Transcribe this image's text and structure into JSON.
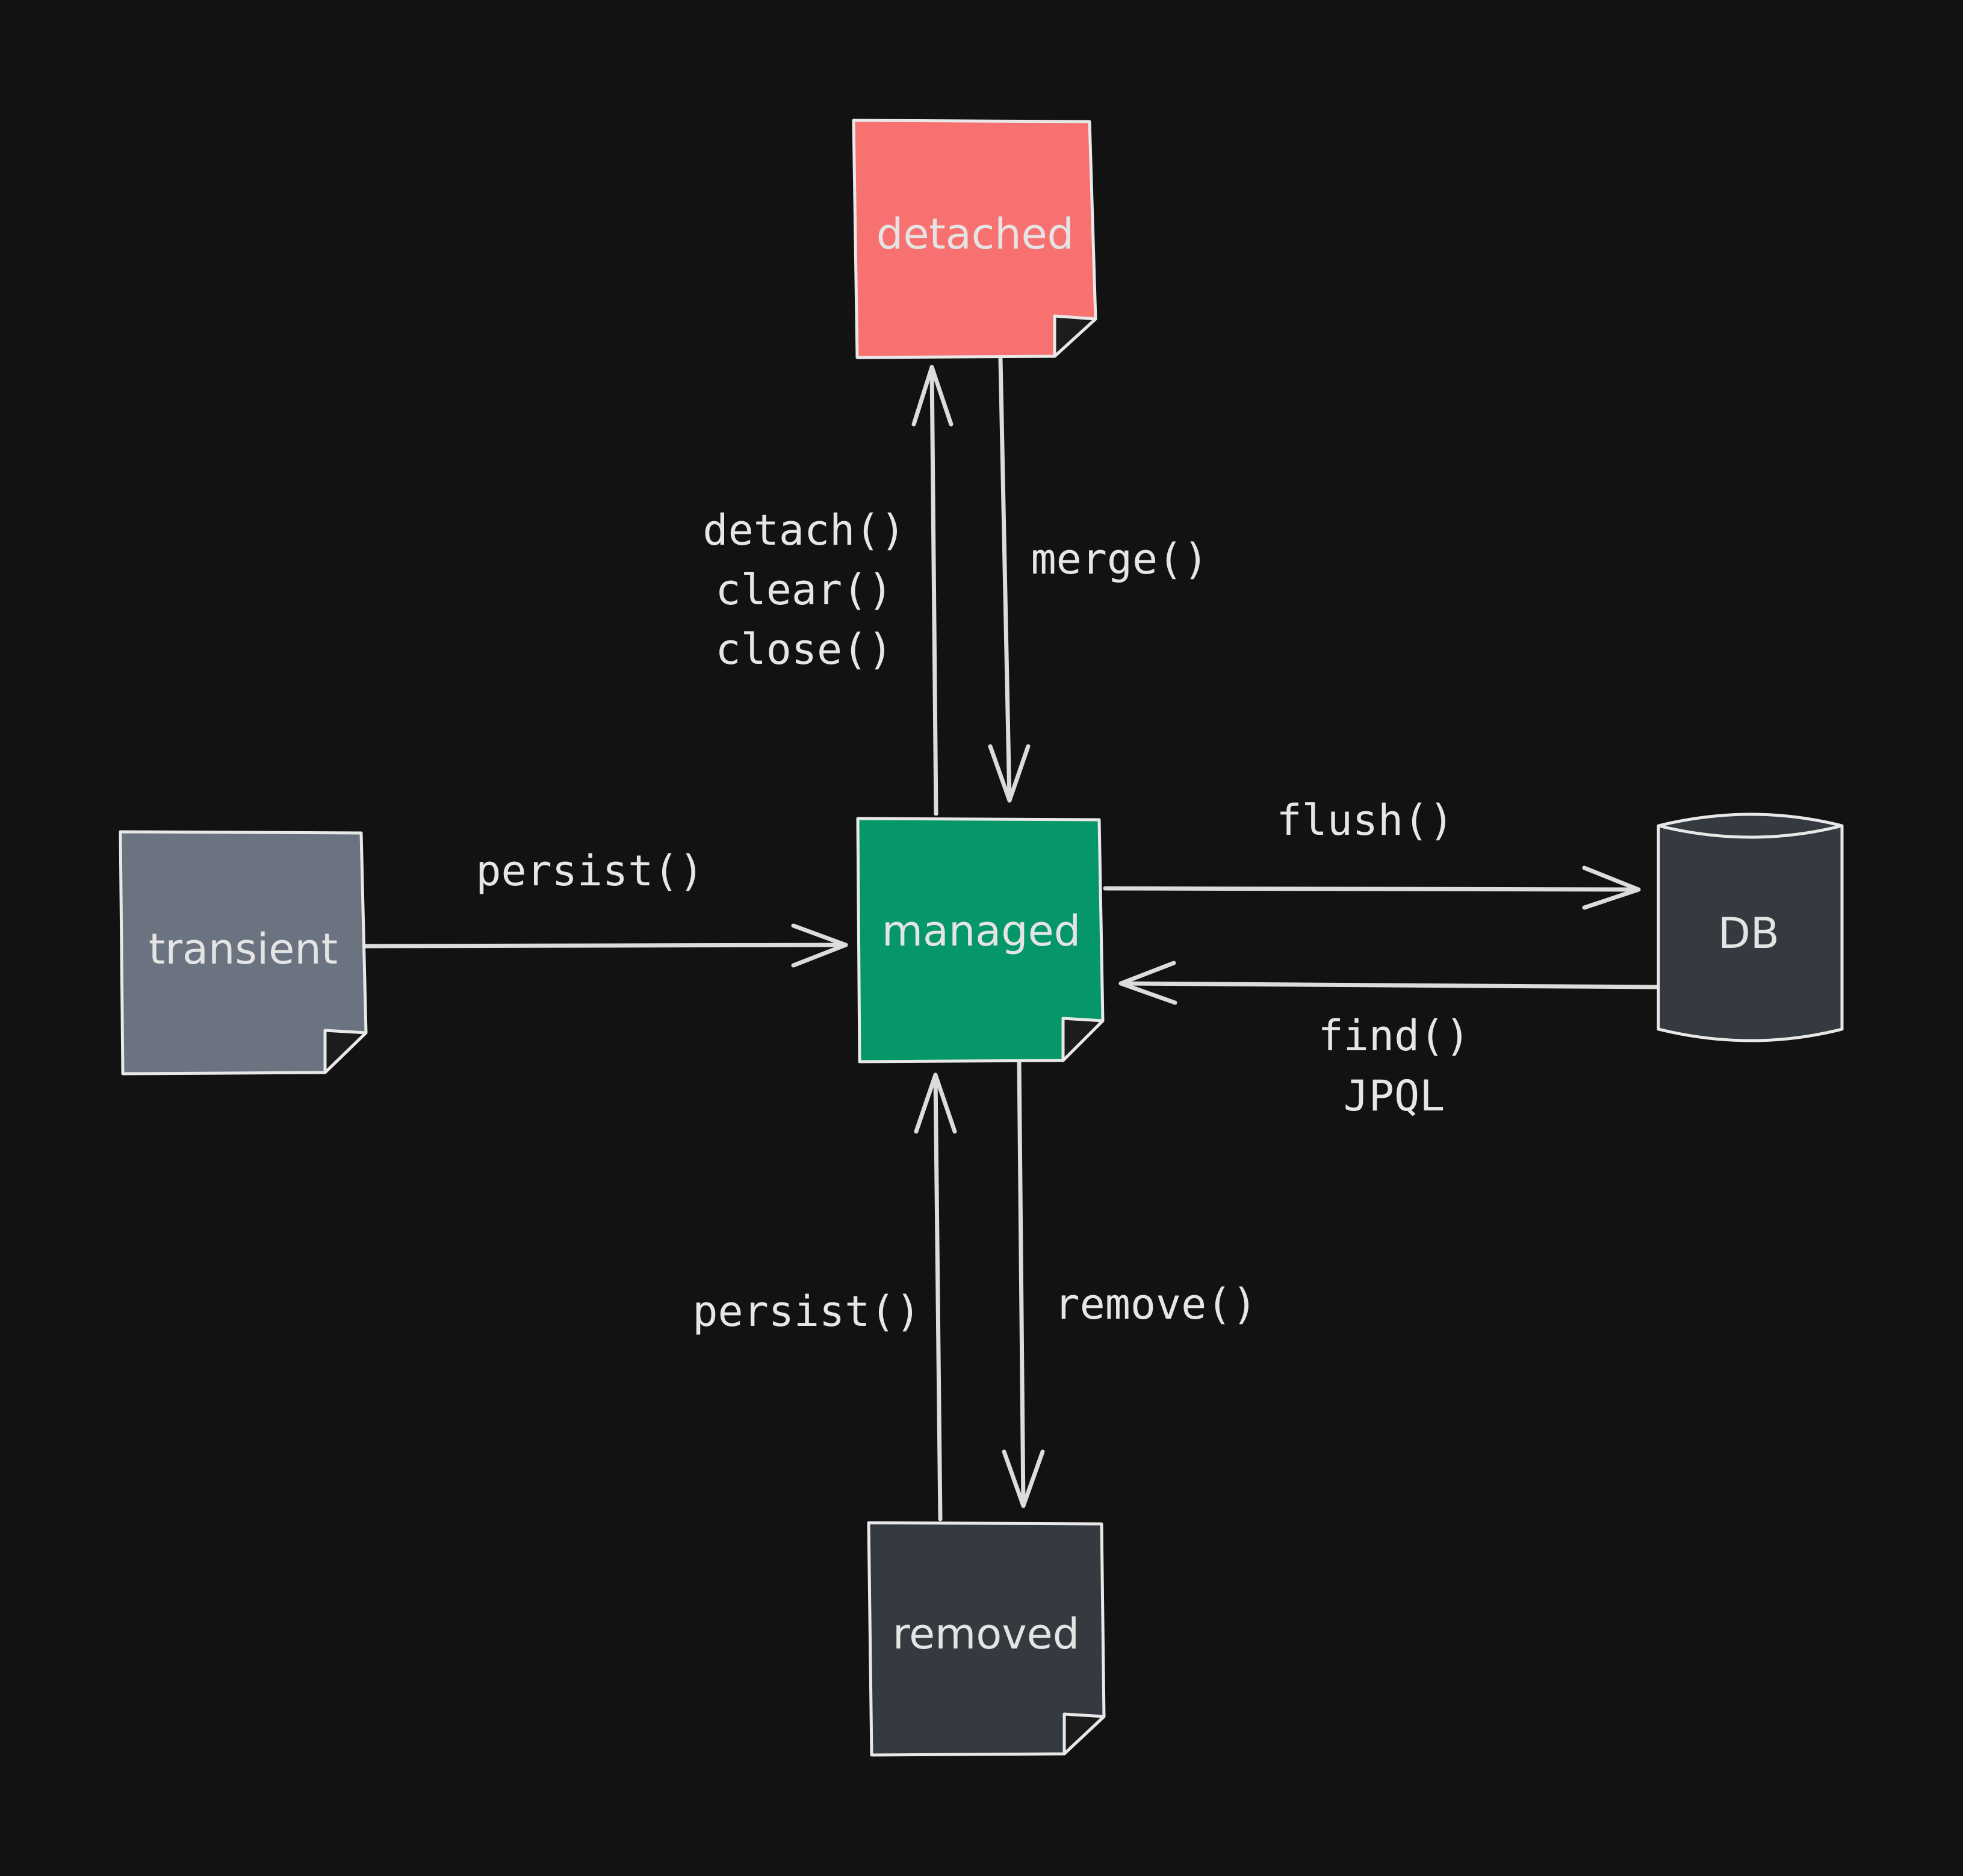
{
  "colors": {
    "background": "#121212",
    "detached": "#f87171",
    "managed": "#059669",
    "transient": "#6b7280",
    "removed": "#343a40",
    "db": "#343a40",
    "stroke": "#e8e8e8"
  },
  "nodes": {
    "detached": {
      "label": "detached"
    },
    "managed": {
      "label": "managed"
    },
    "transient": {
      "label": "transient"
    },
    "removed": {
      "label": "removed"
    },
    "db": {
      "label": "DB"
    }
  },
  "edges": {
    "managed_to_detached": {
      "lines": [
        "detach()",
        "clear()",
        "close()"
      ]
    },
    "detached_to_managed": {
      "lines": [
        "merge()"
      ]
    },
    "transient_to_managed": {
      "lines": [
        "persist()"
      ]
    },
    "managed_to_db": {
      "lines": [
        "flush()"
      ]
    },
    "db_to_managed": {
      "lines": [
        "find()",
        "JPQL"
      ]
    },
    "removed_to_managed": {
      "lines": [
        "persist()"
      ]
    },
    "managed_to_removed": {
      "lines": [
        "remove()"
      ]
    }
  }
}
